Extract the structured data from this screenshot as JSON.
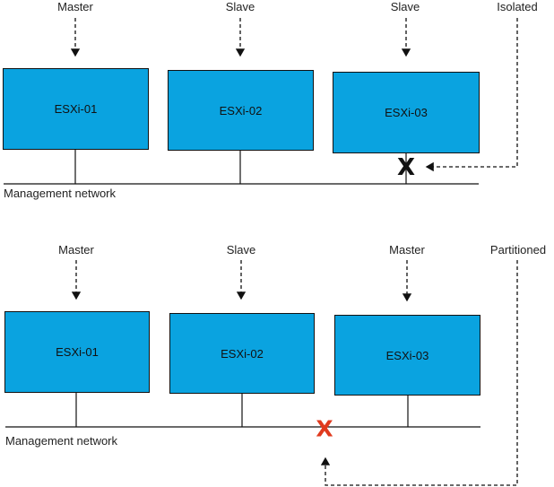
{
  "top": {
    "roles": [
      "Master",
      "Slave",
      "Slave"
    ],
    "side_label": "Isolated",
    "hosts": [
      "ESXi-01",
      "ESXi-02",
      "ESXi-03"
    ],
    "network_label": "Management network",
    "failure_mark": "X",
    "failure_color": "#111111"
  },
  "bottom": {
    "roles": [
      "Master",
      "Slave",
      "Master"
    ],
    "side_label": "Partitioned",
    "hosts": [
      "ESXi-01",
      "ESXi-02",
      "ESXi-03"
    ],
    "network_label": "Management network",
    "failure_mark": "X",
    "failure_color": "#e03a1e"
  },
  "colors": {
    "host_fill": "#0aa3e0",
    "line": "#111111"
  }
}
